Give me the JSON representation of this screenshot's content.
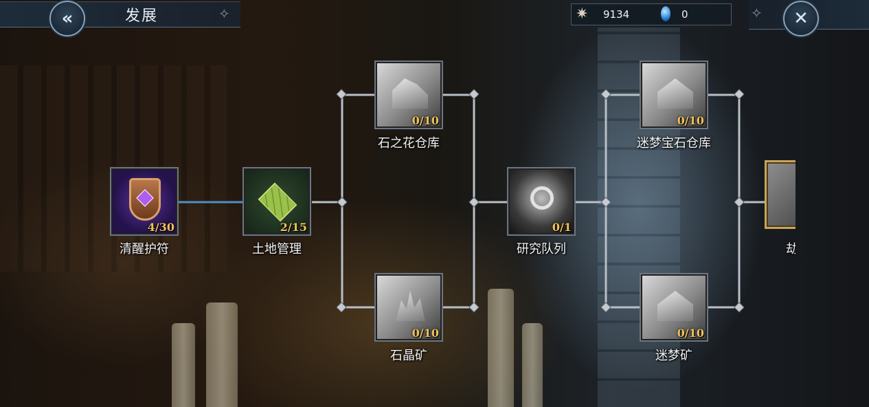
{
  "header": {
    "title": "发展",
    "back_icon": "chevron-left-icon",
    "close_icon": "close-x-icon"
  },
  "resources": [
    {
      "icon": "stone-flower-icon",
      "value": "9134"
    },
    {
      "icon": "blue-gem-icon",
      "value": "0"
    }
  ],
  "colors": {
    "level_text": "#f0c25a",
    "active_line": "#4d90c9",
    "inactive_line": "#b8bfc6"
  },
  "tree": {
    "nodes": [
      {
        "id": "awake_charm",
        "label": "清醒护符",
        "level": "4/30",
        "icon": "shield-gem-icon",
        "state": "active"
      },
      {
        "id": "land_mgmt",
        "label": "土地管理",
        "level": "2/15",
        "icon": "land-grid-icon",
        "state": "active"
      },
      {
        "id": "stoneflower_warehouse",
        "label": "石之花仓库",
        "level": "0/10",
        "icon": "warehouse-icon",
        "state": "locked"
      },
      {
        "id": "crystal_mine",
        "label": "石晶矿",
        "level": "0/10",
        "icon": "crystal-mine-icon",
        "state": "locked"
      },
      {
        "id": "research_queue",
        "label": "研究队列",
        "level": "0/1",
        "icon": "scroll-magnifier-icon",
        "state": "locked"
      },
      {
        "id": "dream_gem_warehouse",
        "label": "迷梦宝石仓库",
        "level": "0/10",
        "icon": "warehouse-icon",
        "state": "locked"
      },
      {
        "id": "dream_mine",
        "label": "迷梦矿",
        "level": "0/10",
        "icon": "mine-house-icon",
        "state": "locked"
      },
      {
        "id": "partial_node",
        "label": "劫掠",
        "level": "",
        "icon": "unknown-icon",
        "state": "partial"
      }
    ]
  }
}
